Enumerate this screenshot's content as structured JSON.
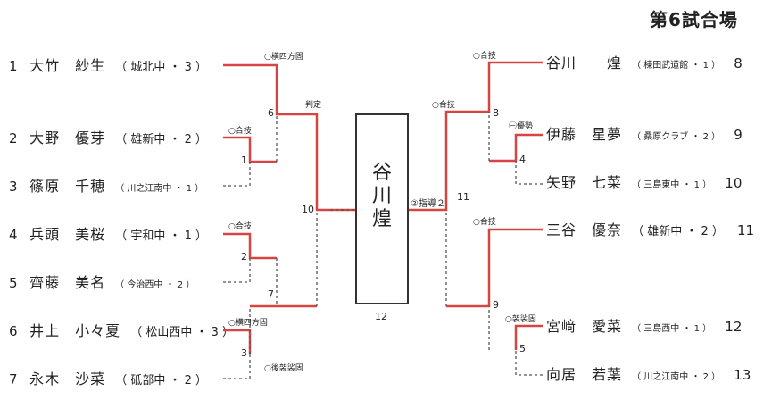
{
  "title": "第6試合場",
  "final": {
    "winner": [
      "谷",
      "川",
      "煌"
    ],
    "number": "12",
    "note": "②指導２",
    "right_match": "11",
    "left_match": "10"
  },
  "left_players": [
    {
      "num": "1",
      "name": "大竹　紗生",
      "school": "（ 城北中 ・ 3 ）",
      "small": false
    },
    {
      "num": "2",
      "name": "大野　優芽",
      "school": "（ 雄新中 ・ 2 ）",
      "small": false
    },
    {
      "num": "3",
      "name": "篠原　千穂",
      "school": "（ 川之江南中 ・ 1 ）",
      "small": true
    },
    {
      "num": "4",
      "name": "兵頭　美桜",
      "school": "（ 宇和中 ・ 1 ）",
      "small": false
    },
    {
      "num": "5",
      "name": "齊藤　美名",
      "school": "（ 今治西中 ・ 2 ）",
      "small": true
    },
    {
      "num": "6",
      "name": "井上　小々夏",
      "school": "（ 松山西中 ・ 3 ）",
      "small": false
    },
    {
      "num": "7",
      "name": "永木　沙菜",
      "school": "（ 砥部中 ・ 2 ）",
      "small": false
    }
  ],
  "right_players": [
    {
      "num": "8",
      "name": "谷川　　煌",
      "school": "（ 棟田武道館 ・ 1 ）",
      "small": true
    },
    {
      "num": "9",
      "name": "伊藤　星夢",
      "school": "（ 桑原クラブ ・ 2 ）",
      "small": true
    },
    {
      "num": "10",
      "name": "矢野　七菜",
      "school": "（ 三島東中 ・ 1 ）",
      "small": true
    },
    {
      "num": "11",
      "name": "三谷　優奈",
      "school": "（ 雄新中 ・ 2 ）",
      "small": false
    },
    {
      "num": "12",
      "name": "宮﨑　愛菜",
      "school": "（ 三島西中 ・ 1 ）",
      "small": true
    },
    {
      "num": "13",
      "name": "向居　若葉",
      "school": "（ 川之江南中 ・ 2 ）",
      "small": true
    }
  ],
  "match_numbers": {
    "m1": "1",
    "m2": "2",
    "m3": "3",
    "m4": "4",
    "m5": "5",
    "m6": "6",
    "m7": "7",
    "m8": "8",
    "m9": "9"
  },
  "notes": {
    "yoko1": "○横四方固",
    "gouki_2": "○合技",
    "gouki_4": "○合技",
    "yoko2": "○横四方固",
    "kesa_left": "○後袈裟固",
    "hantei": "判定",
    "gouki_8": "○合技",
    "yusei": "㊀優勢",
    "gouki_r": "○合技",
    "gouki_11": "○合技",
    "kesa_right": "○袈裟固"
  },
  "colors": {
    "winner_line": "#d64541",
    "loser_line": "#555555"
  }
}
